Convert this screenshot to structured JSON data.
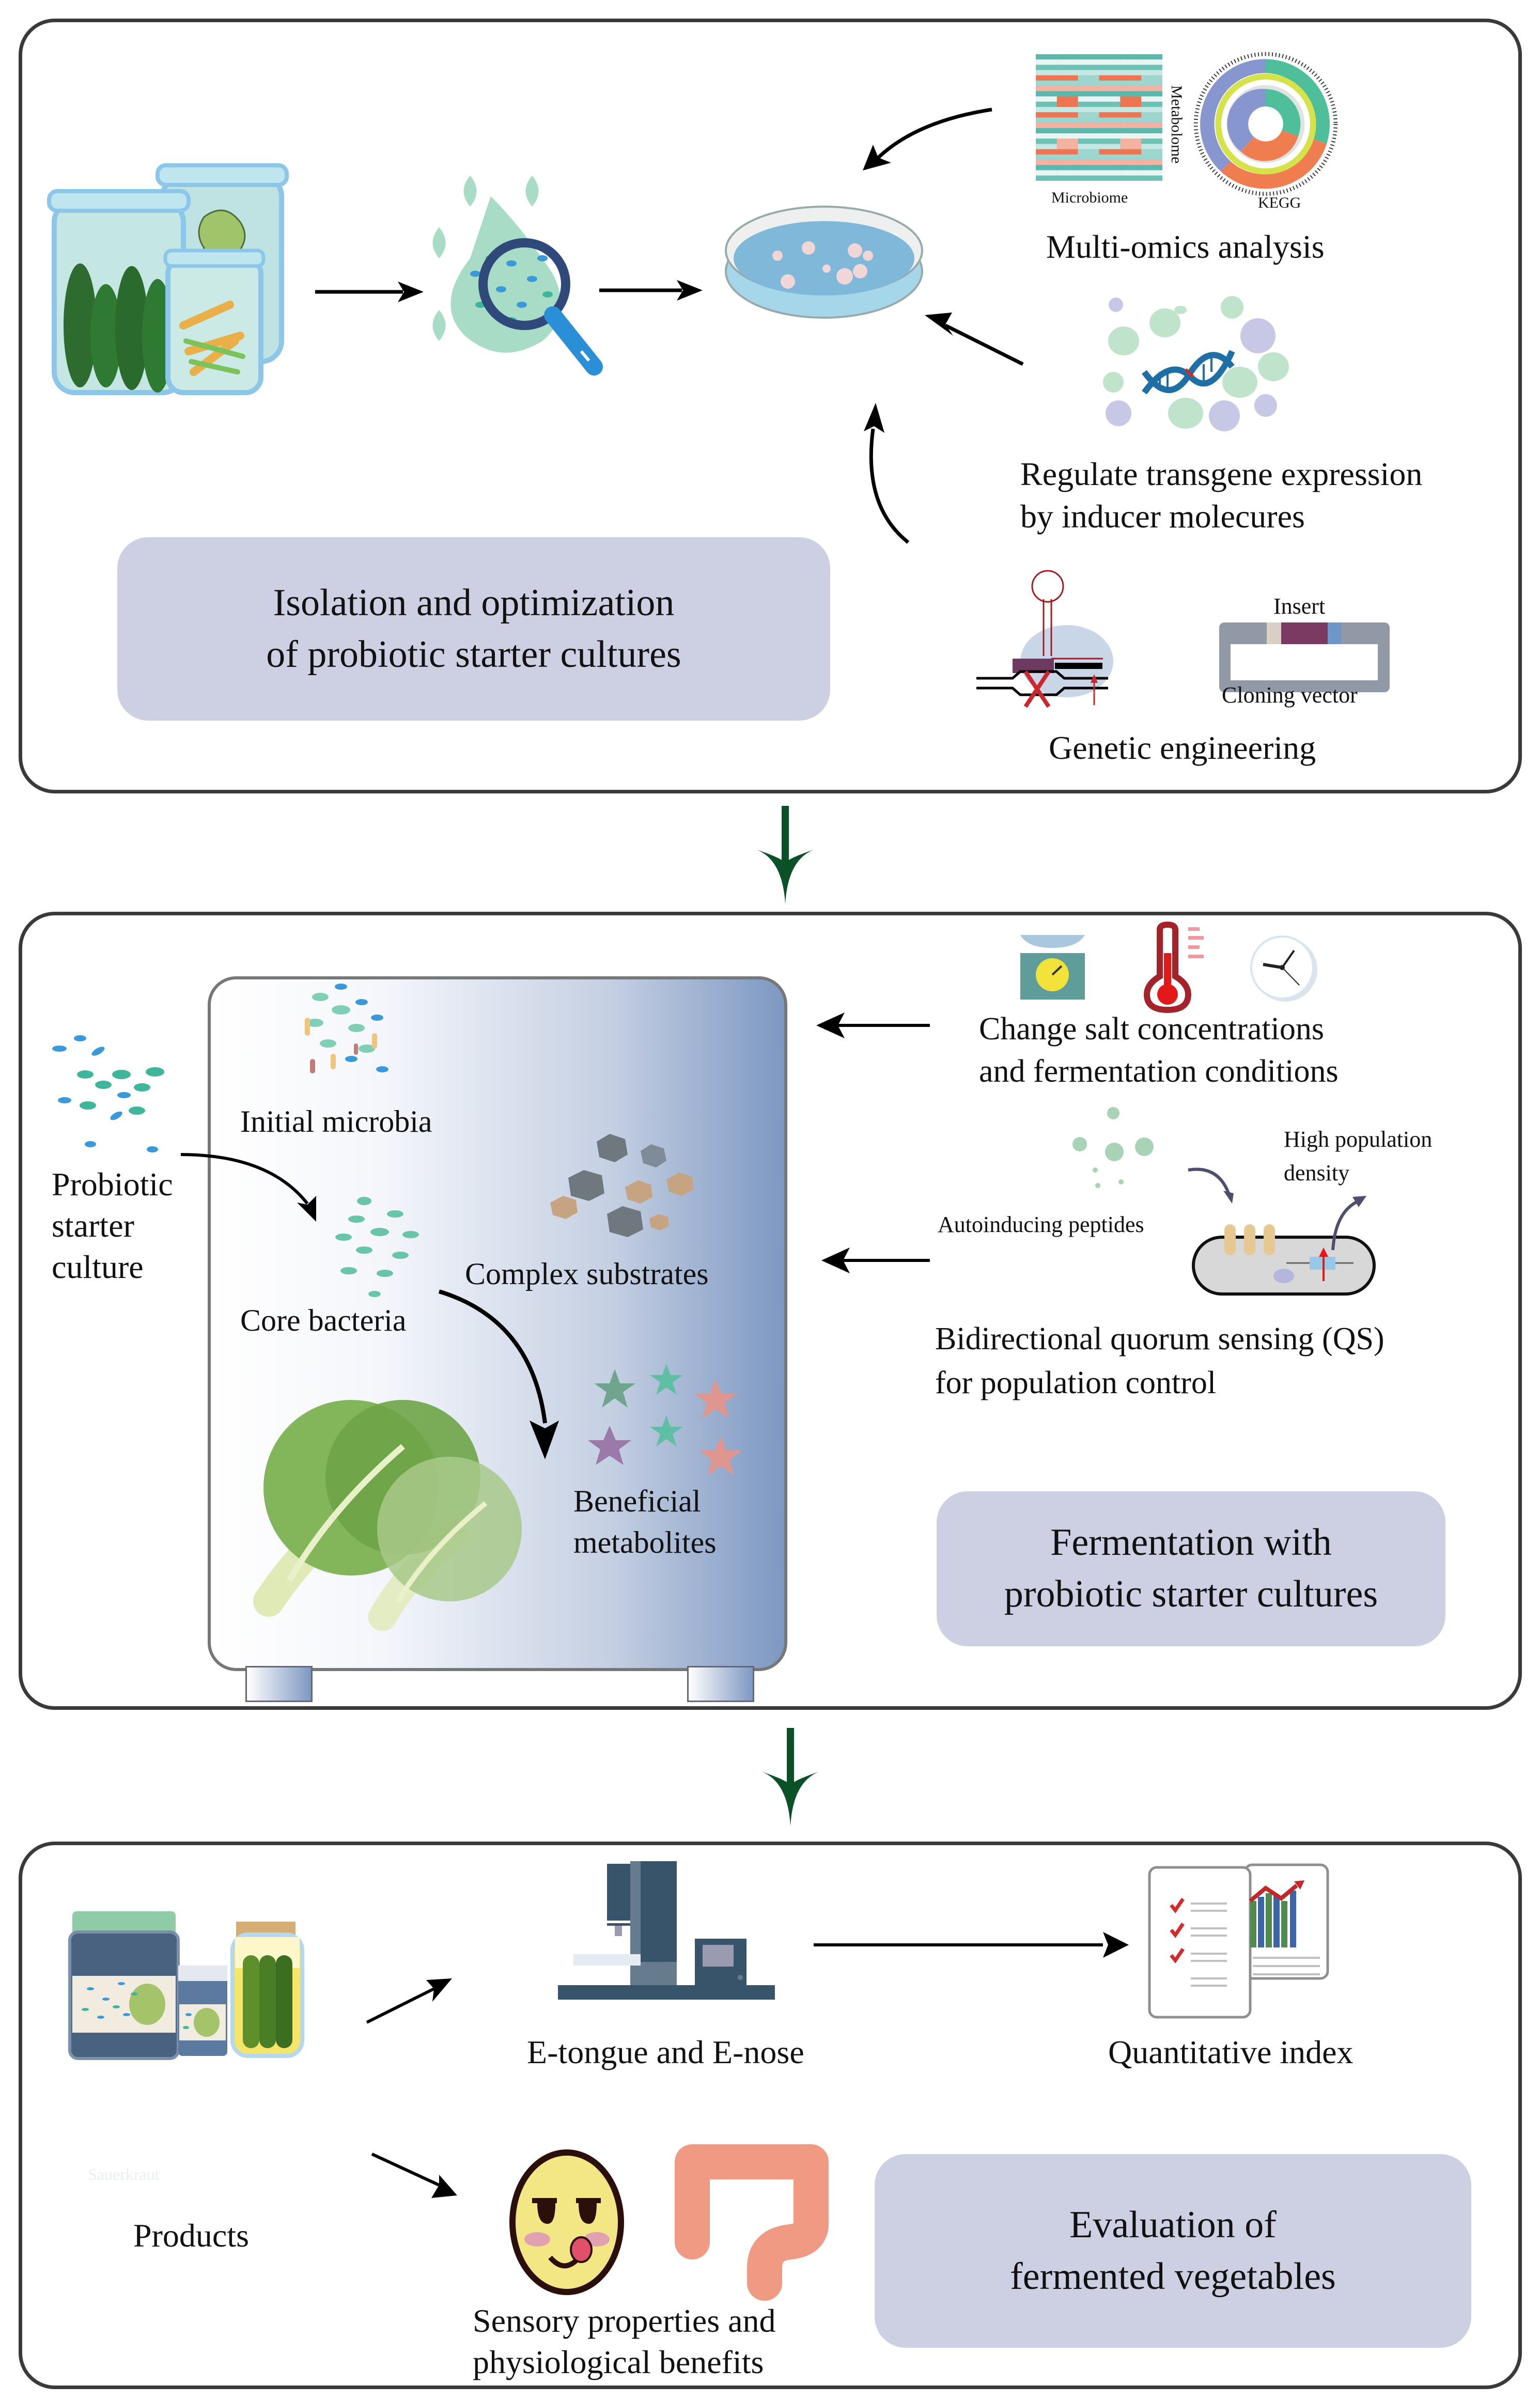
{
  "colors": {
    "panel_border": "#3a3a3a",
    "title_box": "#cdd0e2",
    "flow_arrow": "#0b5128",
    "arrow": "#000000"
  },
  "stage1": {
    "title": "Isolation and optimization\nof  probiotic starter cultures",
    "multi_omics": {
      "label": "Multi-omics analysis",
      "heatmap_label": "Microbiome",
      "heatmap_side_label": "Metabolome",
      "circos_label": "KEGG"
    },
    "transgene": {
      "label_line1": "Regulate transgene expression",
      "label_line2": "by inducer molecures"
    },
    "genetic": {
      "label": "Genetic engineering",
      "insert_label": "Insert",
      "vector_label": "Cloning vector"
    }
  },
  "stage2": {
    "title": "Fermentation with\nprobiotic starter cultures",
    "starter": {
      "line1": "Probiotic",
      "line2": "starter",
      "line3": "culture"
    },
    "initial_microbia": "Initial microbia",
    "core_bacteria": "Core bacteria",
    "complex_substrates": "Complex substrates",
    "beneficial": {
      "line1": "Beneficial",
      "line2": "metabolites"
    },
    "conditions": {
      "line1": "Change salt concentrations",
      "line2": "and fermentation conditions"
    },
    "qs": {
      "autoinducing": "Autoinducing peptides",
      "high_density_line1": "High population",
      "high_density_line2": "density",
      "line1": "Bidirectional quorum sensing (QS)",
      "line2": "for population control"
    }
  },
  "stage3": {
    "title": "Evaluation of\nfermented vegetables",
    "products": "Products",
    "jar_label": "Sauerkraut",
    "etongue": "E-tongue and E-nose",
    "quantitative": "Quantitative index",
    "sensory": {
      "line1": "Sensory properties and",
      "line2": "physiological benefits"
    }
  }
}
